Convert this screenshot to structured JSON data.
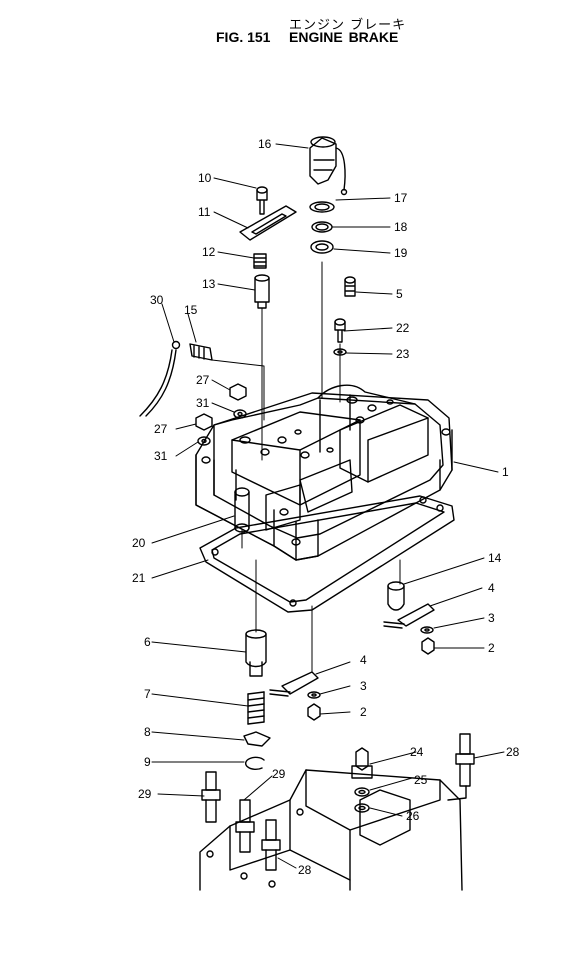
{
  "header": {
    "title_jp": "エンジン ブレーキ",
    "fig_number": "FIG. 151",
    "title": "ENGINE BRAKE"
  },
  "callouts": [
    {
      "label": "16"
    },
    {
      "label": "10"
    },
    {
      "label": "17"
    },
    {
      "label": "11"
    },
    {
      "label": "18"
    },
    {
      "label": "12"
    },
    {
      "label": "19"
    },
    {
      "label": "13"
    },
    {
      "label": "5"
    },
    {
      "label": "30"
    },
    {
      "label": "15"
    },
    {
      "label": "22"
    },
    {
      "label": "23"
    },
    {
      "label": "27"
    },
    {
      "label": "31"
    },
    {
      "label": "27"
    },
    {
      "label": "31"
    },
    {
      "label": "1"
    },
    {
      "label": "20"
    },
    {
      "label": "21"
    },
    {
      "label": "14"
    },
    {
      "label": "4"
    },
    {
      "label": "3"
    },
    {
      "label": "2"
    },
    {
      "label": "6"
    },
    {
      "label": "4"
    },
    {
      "label": "3"
    },
    {
      "label": "2"
    },
    {
      "label": "7"
    },
    {
      "label": "8"
    },
    {
      "label": "9"
    },
    {
      "label": "24"
    },
    {
      "label": "28"
    },
    {
      "label": "29"
    },
    {
      "label": "25"
    },
    {
      "label": "29"
    },
    {
      "label": "26"
    },
    {
      "label": "28"
    }
  ]
}
